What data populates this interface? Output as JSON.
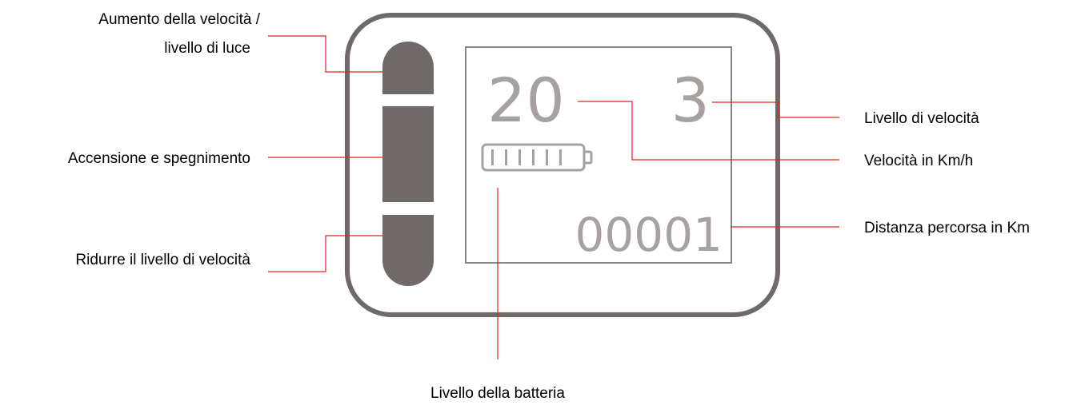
{
  "screen": {
    "speed": "20",
    "speed_level": "3",
    "distance": "00001",
    "battery_bars": 6
  },
  "labels": {
    "speed_up_line1": "Aumento della velocità /",
    "speed_up_line2": "livello di luce",
    "power": "Accensione e spegnimento",
    "speed_down": "Ridurre il livello di velocità",
    "speed_level": "Livello di velocità",
    "speed_kmh": "Velocità in Km/h",
    "distance": "Distanza percorsa in Km",
    "battery": "Livello della batteria"
  },
  "colors": {
    "frame": "#6f6a68",
    "buttons": "#6f6a68",
    "display_text": "#a7a2a0",
    "leader_lines": "#e0221f"
  }
}
